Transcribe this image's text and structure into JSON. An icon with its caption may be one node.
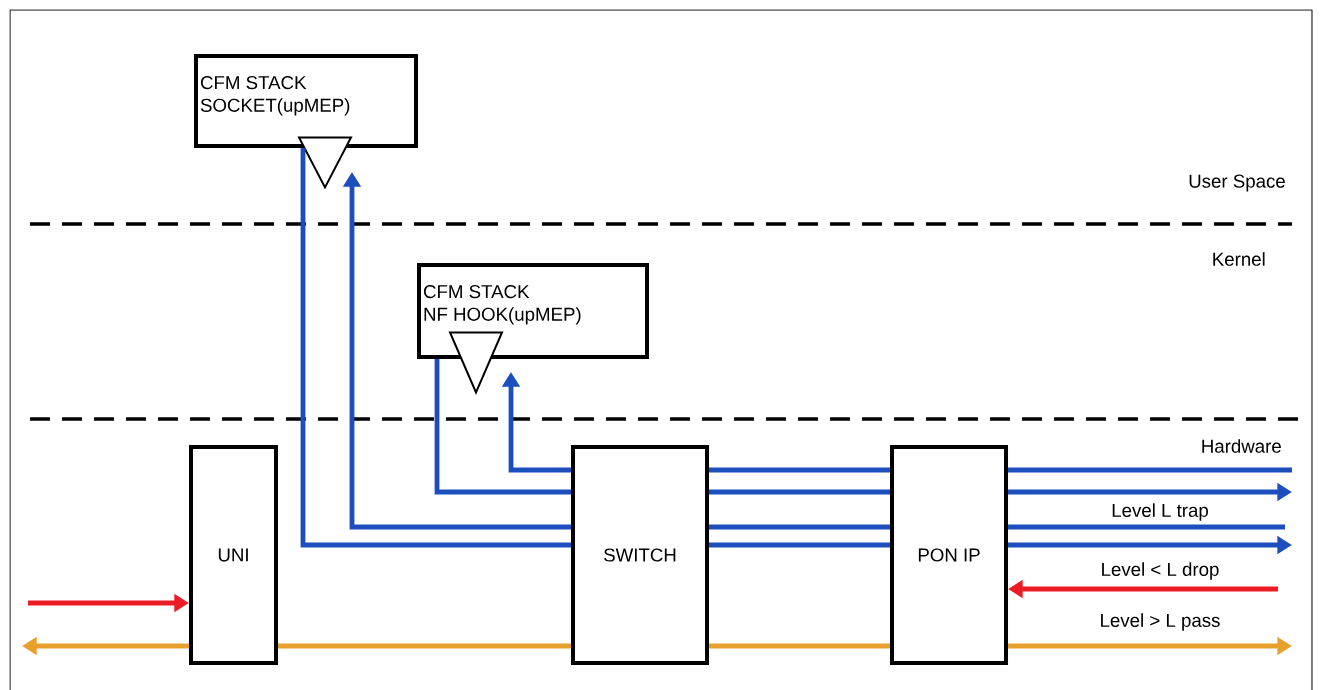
{
  "diagram": {
    "nodes": [
      {
        "text": [
          "CFM STACK",
          "SOCKET(upMEP)"
        ]
      },
      {
        "text": [
          "CFM STACK",
          "NF HOOK(upMEP)"
        ]
      },
      {
        "text": [
          "UNI"
        ]
      },
      {
        "text": [
          "SWITCH"
        ]
      },
      {
        "text": [
          "PON IP"
        ]
      },
      {
        "text": [],
        "shape": "triangle"
      },
      {
        "text": [],
        "shape": "triangle"
      }
    ],
    "edges": [
      {
        "from": 0,
        "to": 3,
        "arrow": "none"
      },
      {
        "from": 3,
        "to": 4,
        "arrow": "none"
      },
      {
        "from": 4,
        "to": null,
        "arrow": "to"
      },
      {
        "from": null,
        "to": 4,
        "arrow": "none",
        "label": "Level L trap"
      },
      {
        "from": 4,
        "to": 3,
        "arrow": "none"
      },
      {
        "from": 3,
        "to": 5,
        "arrow": "to"
      },
      {
        "from": 1,
        "to": 3,
        "arrow": "none"
      },
      {
        "from": 3,
        "to": 4,
        "arrow": "none"
      },
      {
        "from": 4,
        "to": null,
        "arrow": "to"
      },
      {
        "from": null,
        "to": 4,
        "arrow": "none"
      },
      {
        "from": 4,
        "to": 3,
        "arrow": "none"
      },
      {
        "from": 3,
        "to": 6,
        "arrow": "to"
      },
      {
        "from": null,
        "to": 2,
        "arrow": "to",
        "color": "#ec1c24"
      },
      {
        "from": null,
        "to": 4,
        "arrow": "to",
        "color": "#ec1c24",
        "label": "Level < L drop"
      },
      {
        "from": 2,
        "to": null,
        "arrow": "to",
        "color": "#e8a02d"
      },
      {
        "from": 2,
        "to": 3,
        "arrow": "none",
        "color": "#e8a02d"
      },
      {
        "from": 3,
        "to": 4,
        "arrow": "none",
        "color": "#e8a02d"
      },
      {
        "from": 4,
        "to": null,
        "arrow": "to",
        "color": "#e8a02d",
        "label": "Level > L pass"
      }
    ],
    "labels": [
      "User Space",
      "Kernel",
      "Hardware"
    ]
  }
}
